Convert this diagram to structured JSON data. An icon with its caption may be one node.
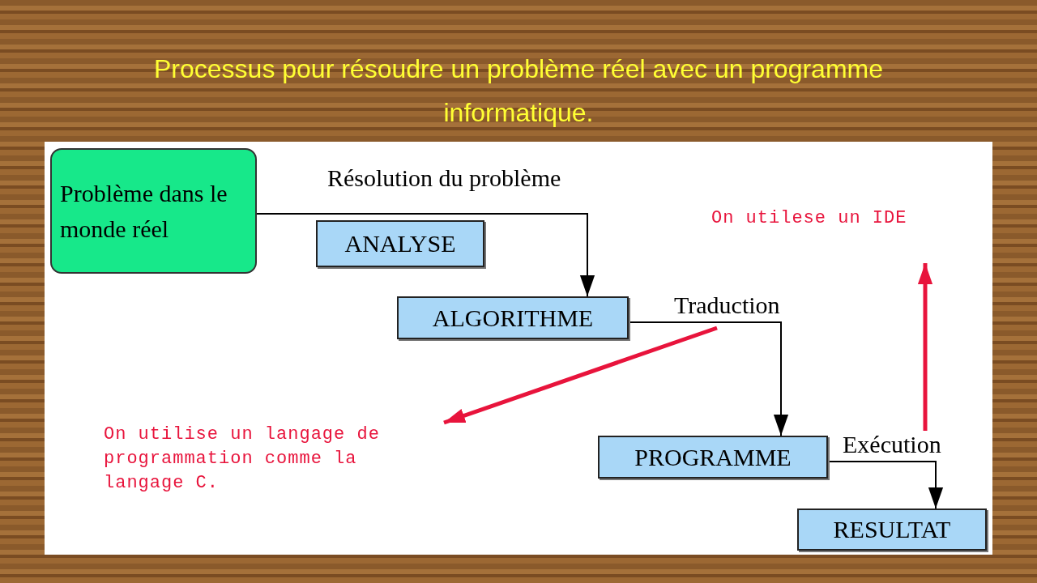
{
  "diagram": {
    "title": "Processus pour résoudre un problème réel avec un programme informatique.",
    "nodes": [
      {
        "text": [
          "Problème dans le monde réel"
        ]
      },
      {
        "text": [
          "ANALYSE"
        ]
      },
      {
        "text": [
          "ALGORITHME"
        ]
      },
      {
        "text": [
          "PROGRAMME"
        ]
      },
      {
        "text": [
          "RESULTAT"
        ]
      },
      {
        "text": [
          "On utilise un langage de programmation comme la langage C."
        ]
      },
      {
        "text": [
          "On utilese un IDE"
        ]
      }
    ],
    "edges": [
      {
        "from": 0,
        "to": 2,
        "arrow": "to",
        "label": "Résolution du problème"
      },
      {
        "from": 2,
        "to": 3,
        "arrow": "to",
        "label": "Traduction"
      },
      {
        "from": 3,
        "to": 4,
        "arrow": "to",
        "label": "Exécution"
      },
      {
        "from": null,
        "to": 5,
        "arrow": "to",
        "style": "thick",
        "color": "#e8143c"
      },
      {
        "from": null,
        "to": 6,
        "arrow": "to",
        "style": "thick",
        "color": "#e8143c"
      }
    ]
  }
}
